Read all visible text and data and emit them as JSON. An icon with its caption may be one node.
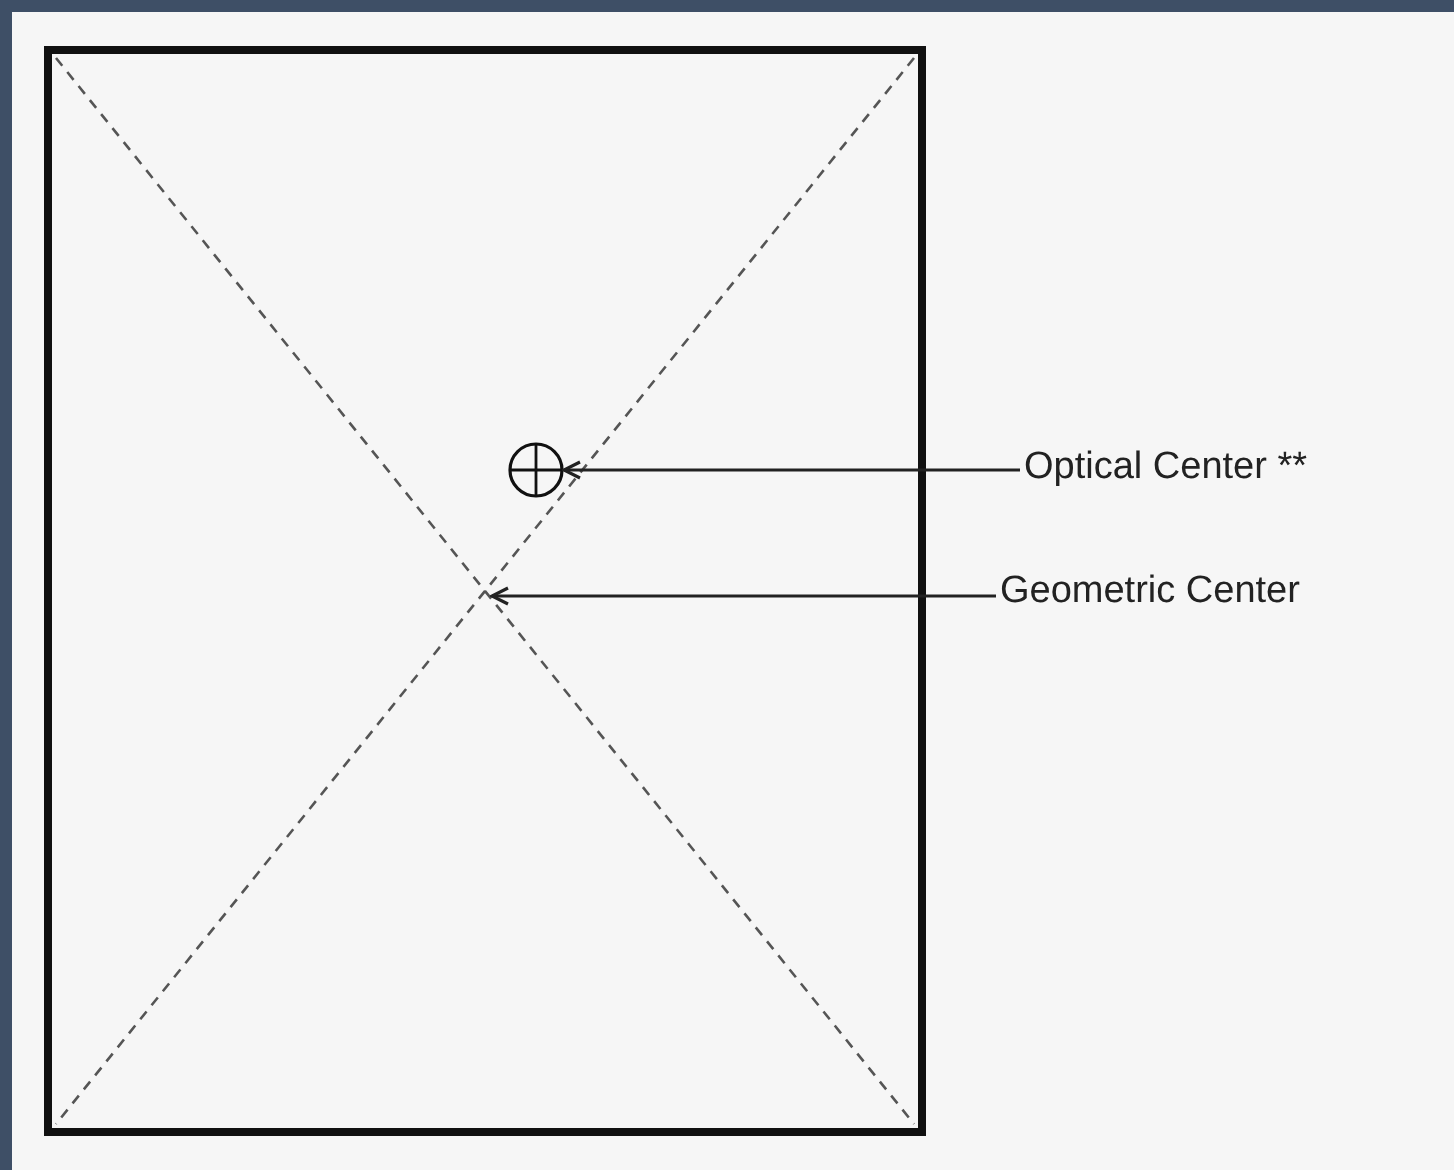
{
  "diagram": {
    "nodes": [
      {
        "text": [],
        "shape": "circle"
      },
      {
        "text": [
          "Optical Center **"
        ]
      },
      {
        "text": [
          "Geometric Center"
        ]
      }
    ],
    "edges": [
      {
        "from": 1,
        "to": 0,
        "arrow": "to"
      },
      {
        "from": 2,
        "to": null,
        "arrow": "to"
      }
    ]
  }
}
